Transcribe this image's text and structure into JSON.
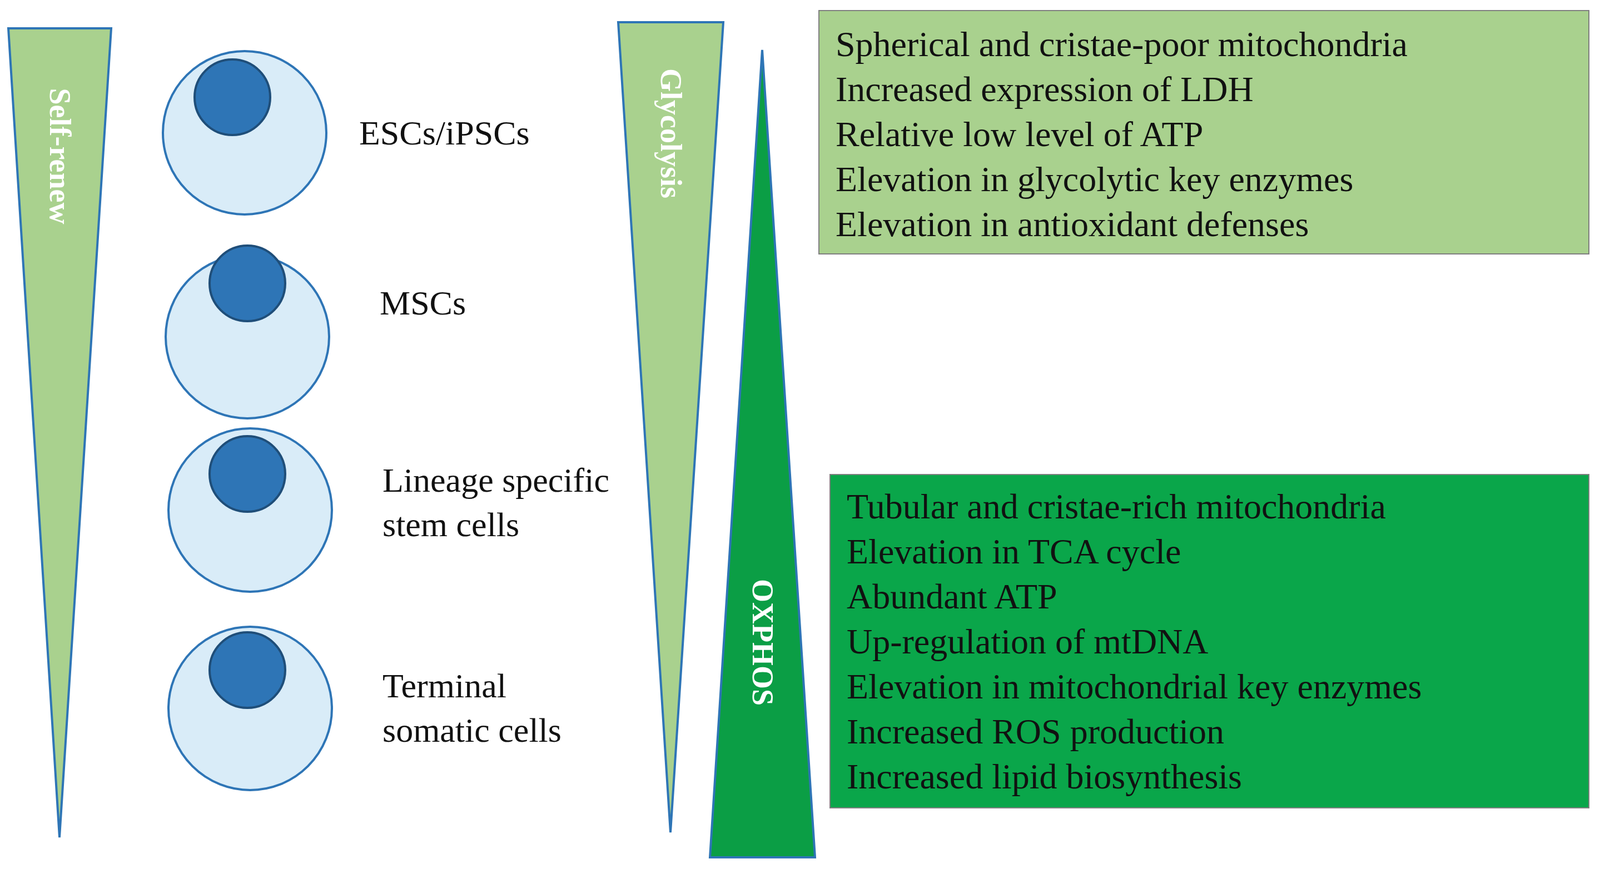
{
  "diagram": {
    "nodes": [
      {
        "text": [
          "Self-renew"
        ]
      },
      {
        "text": [
          "Glycolysis"
        ]
      },
      {
        "text": [
          "Spherical and cristae-poor mitochondria",
          "Increased expression of LDH",
          "Relative low level of ATP",
          "Elevation in glycolytic key enzymes",
          "Elevation in antioxidant defenses"
        ]
      },
      {
        "text": [
          "OXPHOS"
        ]
      },
      {
        "text": [
          "Tubular and cristae-rich mitochondria",
          "Elevation in TCA cycle",
          "Abundant ATP",
          "Up-regulation of mtDNA",
          "Elevation in mitochondrial key enzymes",
          "Increased ROS production",
          "Increased lipid biosynthesis"
        ]
      }
    ],
    "labels": [
      "ESCs/iPSCs",
      "MSCs",
      "Lineage specific stem cells",
      "Terminal somatic cells"
    ]
  }
}
